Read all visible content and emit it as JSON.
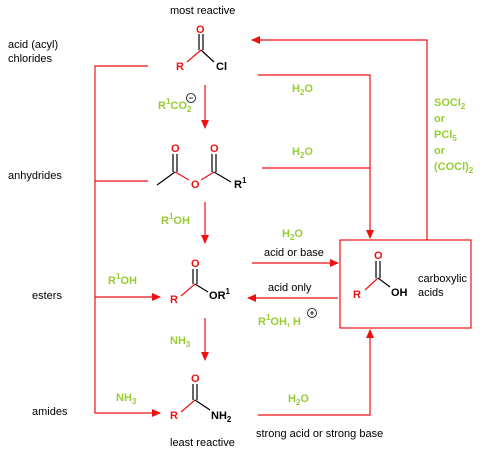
{
  "labels": {
    "most_reactive": "most reactive",
    "least_reactive": "least reactive",
    "acid_chlorides_line1": "acid (acyl)",
    "acid_chlorides_line2": "chlorides",
    "anhydrides": "anhydrides",
    "esters": "esters",
    "amides": "amides",
    "carboxylic_line1": "carboxylic",
    "carboxylic_line2": "acids",
    "acid_or_base": "acid or base",
    "acid_only": "acid only",
    "strong_acid_or_base": "strong acid or strong base"
  },
  "reagents": {
    "water": "H",
    "r1oh": "OH",
    "nh3": "NH",
    "r1oh_h": "OH, H",
    "socl2": "SOCl",
    "pcl5": "PCl",
    "or": "or",
    "cocl2": "(COCl)"
  },
  "atoms": {
    "o": "O",
    "r": "R",
    "r1": "R",
    "cl": "Cl",
    "oh": "OH",
    "nh2": "NH",
    "sup1": "1",
    "sub2": "2",
    "sub3": "3",
    "sub5": "5",
    "minus": "−",
    "plus": "+"
  },
  "colors": {
    "arrow": "#ee1111",
    "reagent": "#99cc33",
    "text": "#000000"
  }
}
